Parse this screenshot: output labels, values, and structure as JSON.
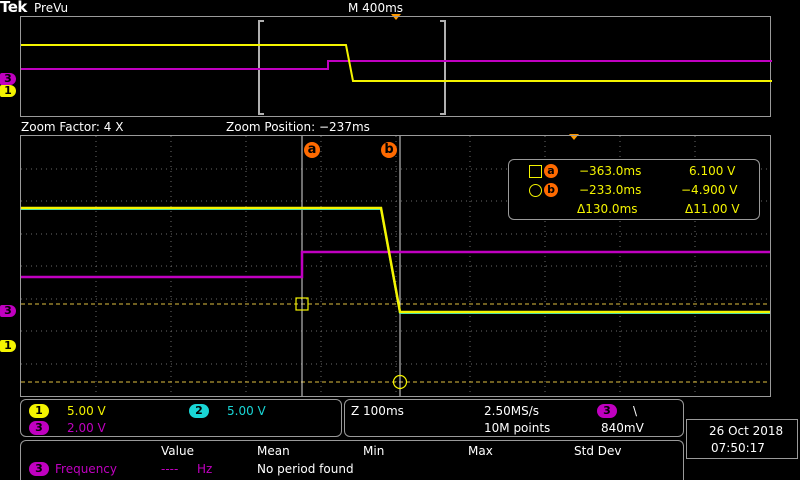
{
  "topbar": {
    "logo": "Tek",
    "mode": "PreVu",
    "timebase": "M 400ms"
  },
  "zoom_bar": {
    "factor": "Zoom Factor: 4 X",
    "position": "Zoom Position: −237ms"
  },
  "cursor_labels": {
    "a": "a",
    "b": "b"
  },
  "cursor_readout": {
    "a_time": "−363.0ms",
    "a_volt": "6.100 V",
    "b_time": "−233.0ms",
    "b_volt": "−4.900 V",
    "delta_time": "Δ130.0ms",
    "delta_volt": "Δ11.00 V"
  },
  "channels": {
    "ch1": {
      "label": "1",
      "scale": "5.00 V",
      "color": "#f4f400"
    },
    "ch2": {
      "label": "2",
      "scale": "5.00 V",
      "color": "#19d6d6"
    },
    "ch3": {
      "label": "3",
      "scale": "2.00 V",
      "color": "#c000c0"
    }
  },
  "acquisition": {
    "zoom_time": "Z 100ms",
    "sample_rate": "2.50MS/s",
    "record_length": "10M points"
  },
  "trigger": {
    "source": "3",
    "slope": "\\",
    "level": "840mV"
  },
  "datetime": {
    "date": "26 Oct  2018",
    "time": "07:50:17"
  },
  "measurements": {
    "headers": [
      "Value",
      "Mean",
      "Min",
      "Max",
      "Std Dev"
    ],
    "rows": [
      {
        "source": "3",
        "name": "Frequency",
        "value": "----",
        "unit": "Hz",
        "message": "No period found"
      }
    ]
  },
  "colors": {
    "ch1": "#f4f400",
    "ch2": "#19d6d6",
    "ch3": "#c000c0",
    "cursor": "#ff6a00",
    "trigger_marker": "#ff9a00",
    "grid": "#777777",
    "frame": "#9a9a9a"
  }
}
